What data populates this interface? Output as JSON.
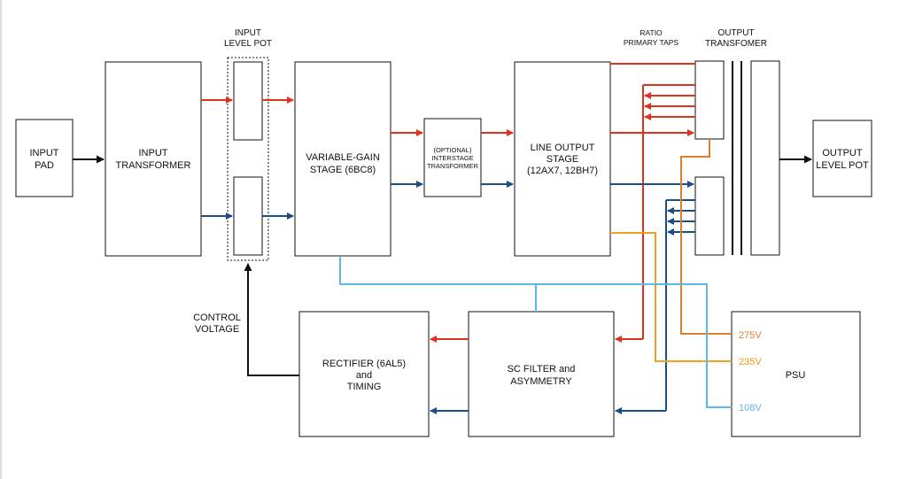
{
  "colors": {
    "red": "#e0301e",
    "blue": "#1a4e86",
    "orange_275": "#d9822b",
    "orange_235": "#f0a020",
    "light_blue": "#5bb8e8",
    "black": "#111111"
  },
  "blocks": {
    "input_pad": [
      "INPUT",
      "PAD"
    ],
    "input_transformer": [
      "INPUT",
      "TRANSFORMER"
    ],
    "variable_gain": [
      "VARIABLE-GAIN",
      "STAGE (6BC8)"
    ],
    "interstage": [
      "(OPTIONAL)",
      "INTERSTAGE",
      "TRANSFORMER"
    ],
    "line_output": [
      "LINE OUTPUT",
      "STAGE",
      "(12AX7, 12BH7)"
    ],
    "output_level_pot": [
      "OUTPUT",
      "LEVEL POT"
    ],
    "rectifier": [
      "RECTIFIER (6AL5)",
      "and",
      "TIMING"
    ],
    "sc_filter": [
      "SC FILTER and",
      "ASYMMETRY"
    ],
    "psu": "PSU"
  },
  "headers": {
    "input_level_pot": [
      "INPUT",
      "LEVEL POT"
    ],
    "ratio_taps": [
      "RATIO",
      "PRIMARY TAPS"
    ],
    "output_transformer": [
      "OUTPUT",
      "TRANSFOMER"
    ]
  },
  "labels": {
    "control_voltage": [
      "CONTROL",
      "VOLTAGE"
    ]
  },
  "voltages": [
    "275V",
    "235V",
    "108V"
  ]
}
